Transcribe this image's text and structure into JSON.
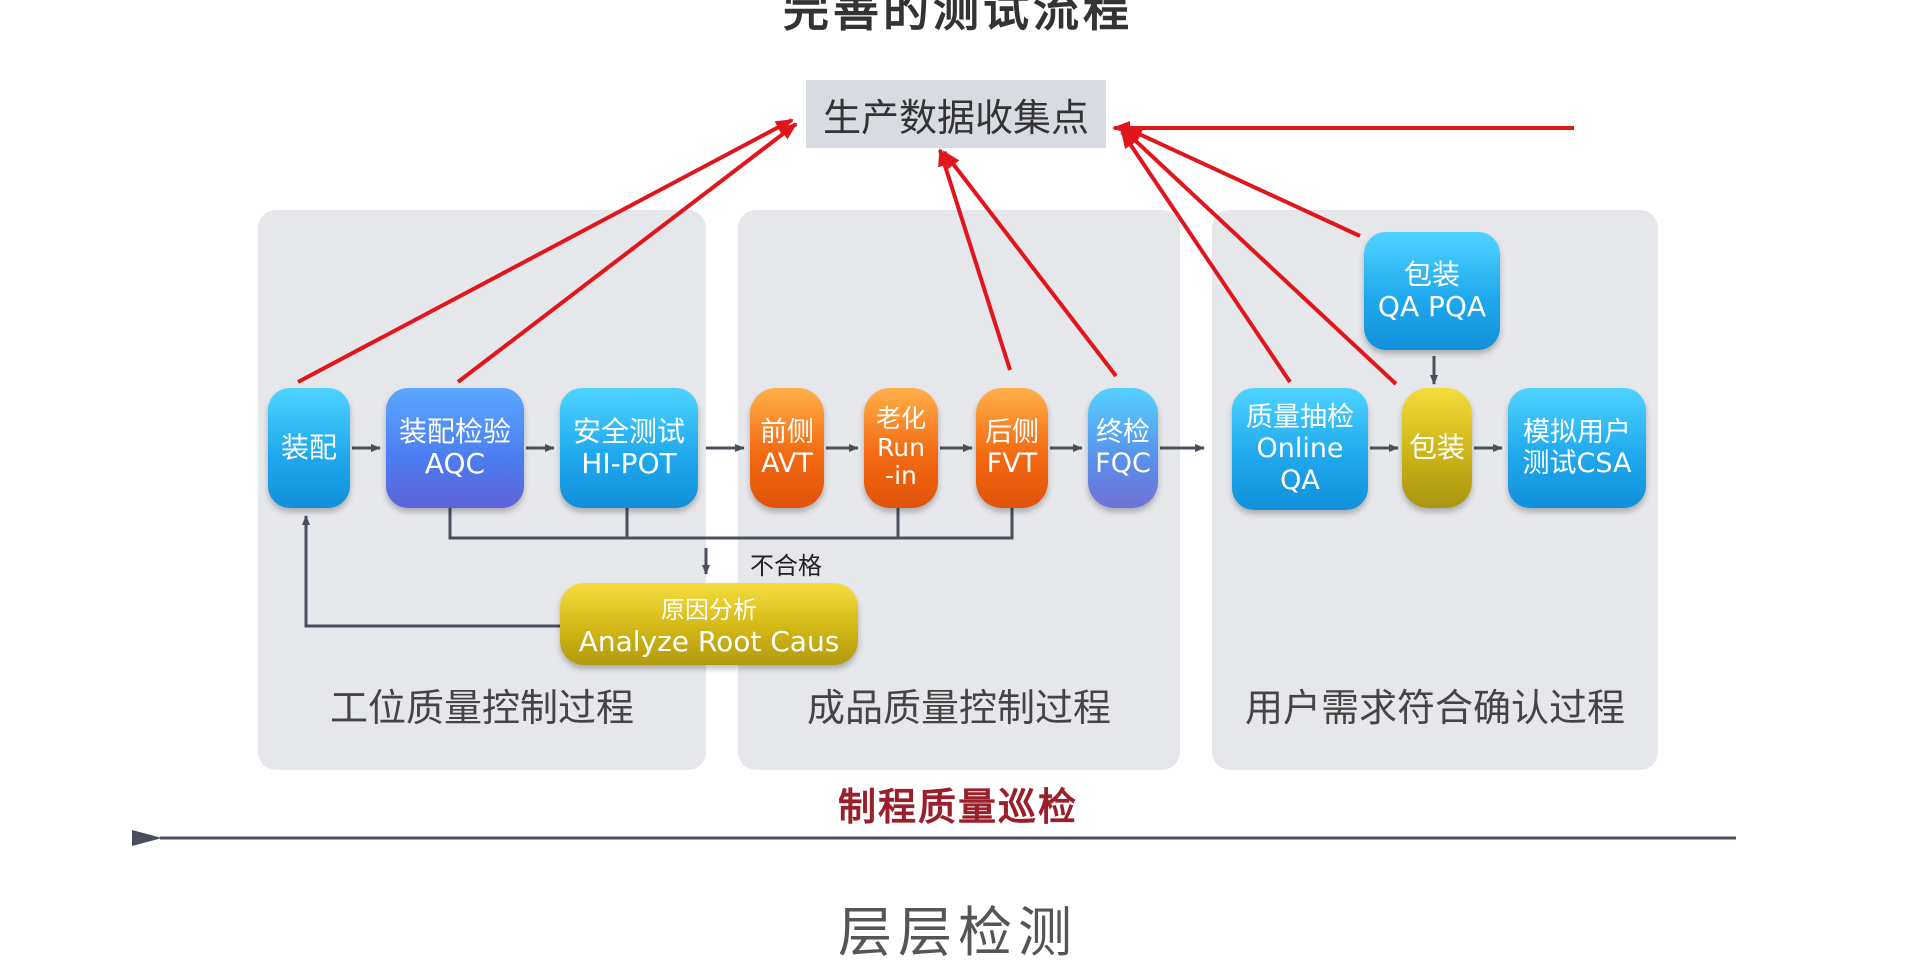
{
  "title": "完善的测试流程",
  "collection_point": "生产数据收集点",
  "panels": [
    {
      "label": "工位质量控制过程"
    },
    {
      "label": "成品质量控制过程"
    },
    {
      "label": "用户需求符合确认过程"
    }
  ],
  "nodes": {
    "assembly": {
      "line1": "装配"
    },
    "aqc": {
      "line1": "装配检验",
      "line2": "AQC"
    },
    "hipot": {
      "line1": "安全测试",
      "line2": "HI-POT"
    },
    "avt": {
      "line1": "前侧",
      "line2": "AVT"
    },
    "runin": {
      "line1": "老化",
      "line2": "Run",
      "line3": "-in"
    },
    "fvt": {
      "line1": "后侧",
      "line2": "FVT"
    },
    "fqc": {
      "line1": "终检",
      "line2": "FQC"
    },
    "oqa": {
      "line1": "质量抽检",
      "line2": "Online",
      "line3": "QA"
    },
    "pqa": {
      "line1": "包装",
      "line2": "QA PQA"
    },
    "packing": {
      "line1": "包装"
    },
    "csa": {
      "line1": "模拟用户",
      "line2": "测试CSA"
    }
  },
  "root_cause": {
    "line1": "原因分析",
    "line2": "Analyze Root Caus"
  },
  "fail_label": "不合格",
  "patrol_label": "制程质量巡检",
  "bottom_title": "层层检测",
  "colors": {
    "red_line": "#e0161c",
    "flow_arrow": "#4a4f5c",
    "panel_bg": "#e6e7eb"
  }
}
